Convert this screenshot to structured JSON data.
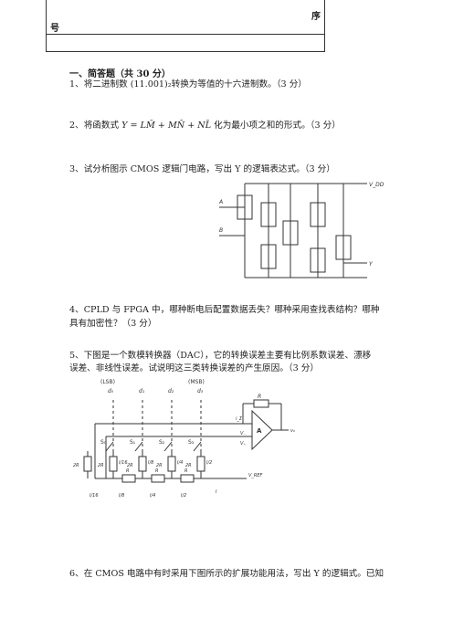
{
  "header": {
    "xu_label": "序",
    "hao_label": "号"
  },
  "section1": {
    "title": "一、简答题（共 30 分）"
  },
  "q1": {
    "text": "1、将二进制数 (11.001)₂转换为等值的十六进制数。（3 分）"
  },
  "q2": {
    "prefix": "2、将函数式",
    "formula": "Y = LM̄ + MN̄ + NL̄",
    "suffix": "化为最小项之和的形式。（3 分）"
  },
  "q3": {
    "text": "3、试分析图示 CMOS 逻辑门电路，写出 Y 的逻辑表达式。（3 分）",
    "figure": {
      "vdd_label": "V_DD",
      "input_a": "A",
      "input_b": "B",
      "output": "Y"
    }
  },
  "q4": {
    "line1": "4、CPLD 与 FPGA 中，哪种断电后配置数据丢失？哪种采用查找表结构？哪种",
    "line2": "具有加密性？（3 分）"
  },
  "q5": {
    "line1": "5、下图是一个数模转换器（DAC），它的转换误差主要有比例系数误差、漂移",
    "line2": "误差、非线性误差。试说明这三类转换误差的产生原因。（3 分）",
    "figure": {
      "lsb": "(LSB)",
      "msb": "(MSB)",
      "bits": [
        "d₀",
        "d₁",
        "d₂",
        "d₃"
      ],
      "switches": [
        "S₀",
        "S₁",
        "S₂",
        "S₃"
      ],
      "rf": "R",
      "amp": "A",
      "iz": "i_Σ",
      "vm": "V₋",
      "vp": "V₊",
      "vo": "v₀",
      "vref": "V_REF",
      "r": "R",
      "r2": "2R",
      "branch_currents": [
        "I/16",
        "I/8",
        "I/4",
        "I/2"
      ],
      "bottom_currents": [
        "I/16",
        "I/8",
        "I/4",
        "I/2",
        "I"
      ]
    }
  },
  "q6": {
    "text": "6、在 CMOS 电路中有时采用下图所示的扩展功能用法，写出 Y 的逻辑式。已知"
  }
}
